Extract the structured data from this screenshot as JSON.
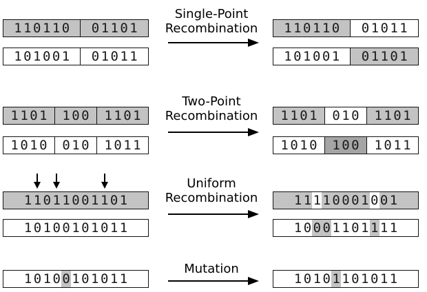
{
  "labels": {
    "single": [
      "Single-Point",
      "Recombination"
    ],
    "two": [
      "Two-Point",
      "Recombination"
    ],
    "uniform": [
      "Uniform",
      "Recombination"
    ],
    "mutation": [
      "Mutation"
    ]
  },
  "colors": {
    "parent_a": "#c3c3c3",
    "parent_b": "#ffffff",
    "highlight": "#a5a5a5"
  },
  "rows": [
    {
      "id": "single-a-before",
      "segments": [
        {
          "bits": "110110",
          "fill": "gray"
        },
        {
          "bits": "01101",
          "fill": "gray"
        }
      ]
    },
    {
      "id": "single-b-before",
      "segments": [
        {
          "bits": "101001",
          "fill": "white"
        },
        {
          "bits": "01011",
          "fill": "white"
        }
      ]
    },
    {
      "id": "single-a-after",
      "segments": [
        {
          "bits": "110110",
          "fill": "gray"
        },
        {
          "bits": "01011",
          "fill": "white"
        }
      ]
    },
    {
      "id": "single-b-after",
      "segments": [
        {
          "bits": "101001",
          "fill": "white"
        },
        {
          "bits": "01101",
          "fill": "gray"
        }
      ]
    },
    {
      "id": "two-a-before",
      "segments": [
        {
          "bits": "1101",
          "fill": "gray"
        },
        {
          "bits": "100",
          "fill": "gray"
        },
        {
          "bits": "1101",
          "fill": "gray"
        }
      ]
    },
    {
      "id": "two-b-before",
      "segments": [
        {
          "bits": "1010",
          "fill": "white"
        },
        {
          "bits": "010",
          "fill": "white"
        },
        {
          "bits": "1011",
          "fill": "white"
        }
      ]
    },
    {
      "id": "two-a-after",
      "segments": [
        {
          "bits": "1101",
          "fill": "gray"
        },
        {
          "bits": "010",
          "fill": "white"
        },
        {
          "bits": "1101",
          "fill": "gray"
        }
      ]
    },
    {
      "id": "two-b-after",
      "segments": [
        {
          "bits": "1010",
          "fill": "white"
        },
        {
          "bits": "100",
          "fill": "dark"
        },
        {
          "bits": "1011",
          "fill": "white"
        }
      ]
    },
    {
      "id": "uniform-a-before",
      "bits": "11011001101",
      "fill": "gray",
      "marks": []
    },
    {
      "id": "uniform-b-before",
      "bits": "10100101011",
      "fill": "white",
      "marks": []
    },
    {
      "id": "uniform-a-after",
      "bits": "11110001001",
      "fill": "gray",
      "marks": [
        2,
        8
      ]
    },
    {
      "id": "uniform-b-after",
      "bits": "10001101111",
      "fill": "white",
      "marks": [
        2,
        3,
        8
      ]
    },
    {
      "id": "mutation-before",
      "bits": "10100101011",
      "fill": "white",
      "marks": [
        4
      ]
    },
    {
      "id": "mutation-after",
      "bits": "10101101011",
      "fill": "white",
      "marks": [
        4
      ]
    }
  ],
  "uniform_pointer_bits": [
    1,
    3,
    8
  ]
}
